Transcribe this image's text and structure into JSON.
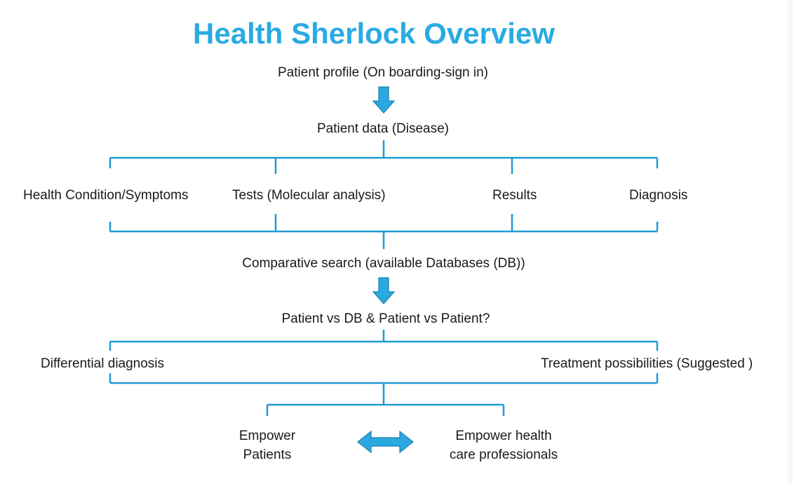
{
  "title": "Health Sherlock Overview",
  "colors": {
    "title": "#29ABE2",
    "connector": "#1F9BD4",
    "arrow_fill": "#2AA9E0",
    "arrow_stroke": "#1C7FB0",
    "text": "#1a1a1a"
  },
  "nodes": {
    "patient_profile": "Patient profile (On boarding-sign in)",
    "patient_data": "Patient data (Disease)",
    "health_condition": "Health Condition/Symptoms",
    "tests": "Tests (Molecular analysis)",
    "results": "Results",
    "diagnosis": "Diagnosis",
    "comparative_search": "Comparative search (available Databases (DB))",
    "patient_vs": "Patient vs DB & Patient vs Patient?",
    "differential_diagnosis": "Differential diagnosis",
    "treatment_possibilities": "Treatment possibilities (Suggested )",
    "empower_patients": [
      "Empower",
      "Patients"
    ],
    "empower_professionals": [
      "Empower health",
      "care professionals"
    ]
  },
  "icons": {
    "down_arrow": "down-arrow-icon",
    "double_arrow": "double-arrow-icon"
  }
}
